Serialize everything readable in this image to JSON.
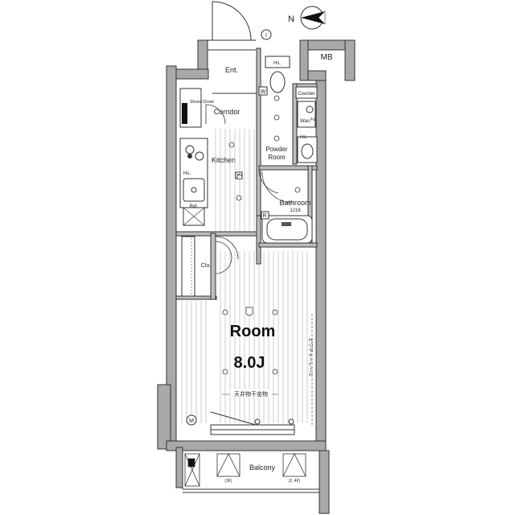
{
  "compass": {
    "label": "N"
  },
  "rooms": {
    "entrance": "Ent.",
    "mb": "MB",
    "corridor": "Corridor",
    "shoes_closet": "Shoes Closet",
    "kitchen": "Kitchen",
    "counter": "Counter",
    "washer": "Was.",
    "powder_room_line1": "Powder",
    "powder_room_line2": "Room",
    "bathroom": "Bathroom",
    "bath_size": "1216",
    "hs_1": "Hs.",
    "hs_2": "Hs.",
    "hs_3": "Hs.",
    "fs": "Fs.",
    "refrigerator": "Ref.",
    "closet": "Clo.",
    "room_name": "Room",
    "room_size": "8.0J",
    "ceiling_fixture": "天井物干金物",
    "picture_rail": "ピクチャーレール",
    "balcony": "Balcony",
    "floors_left": "(3F)",
    "floors_right": "(2, 4F)"
  },
  "markers": {
    "w": "W",
    "r_kitchen": "R",
    "r_bath": "R",
    "m": "M",
    "circle_i": "I"
  }
}
